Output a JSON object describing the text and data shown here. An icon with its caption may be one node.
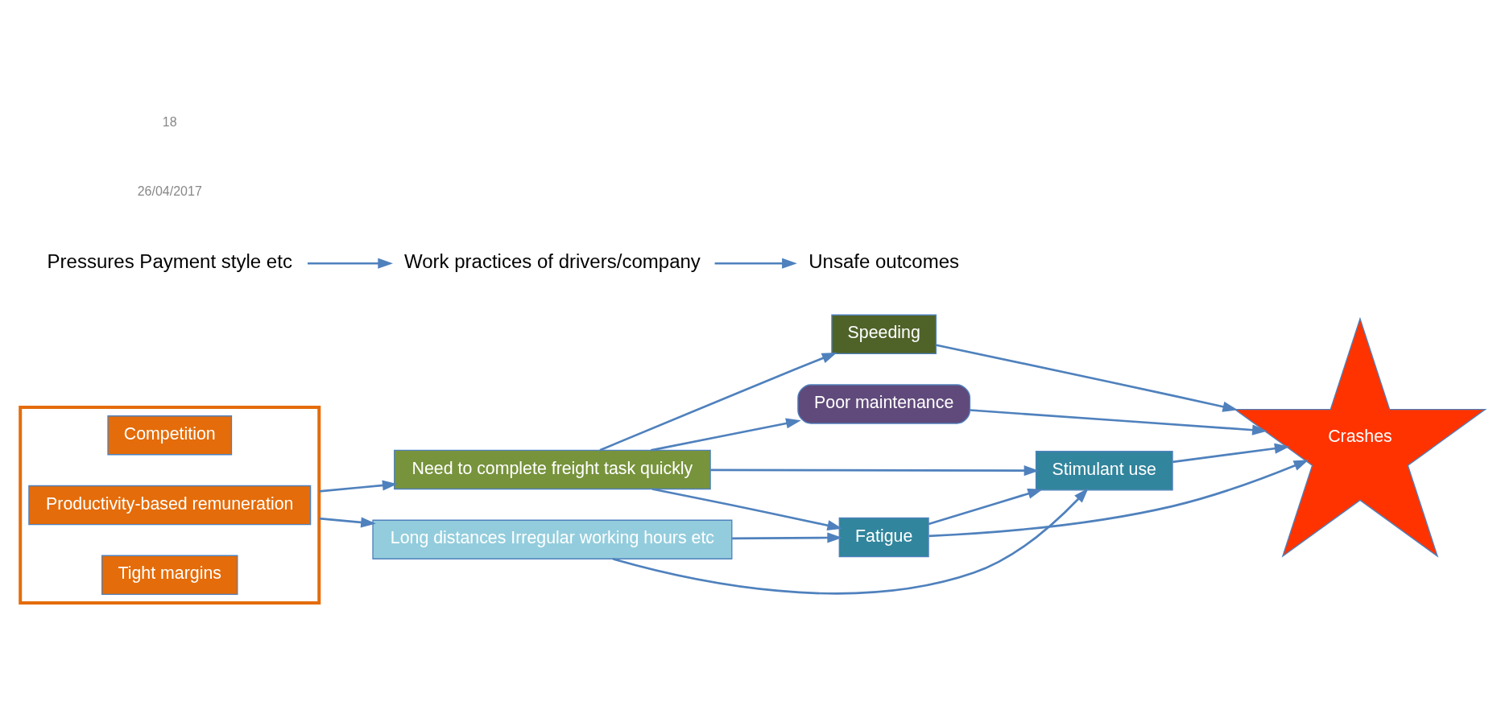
{
  "diagram": {
    "nodes": [
      {
        "text": [],
        "shape": "box"
      },
      {
        "text": [
          "Competition"
        ],
        "in": 0
      },
      {
        "text": [
          "Productivity-based remuneration"
        ],
        "in": 0
      },
      {
        "text": [
          "Tight margins"
        ],
        "in": 0
      },
      {
        "text": [
          "Need to complete freight task quickly"
        ]
      },
      {
        "text": [
          "Long distances Irregular working hours etc"
        ]
      },
      {
        "text": [
          "Poor maintenance"
        ]
      },
      {
        "text": [
          "Speeding"
        ]
      },
      {
        "text": [
          "Fatigue"
        ]
      },
      {
        "text": [
          "Stimulant use"
        ]
      },
      {
        "text": [
          "Crashes"
        ]
      },
      {
        "text": [
          "Pressures Payment style etc"
        ]
      },
      {
        "text": [
          "Work practices of drivers/company"
        ]
      },
      {
        "text": [
          "Unsafe outcomes"
        ]
      }
    ],
    "edges": [
      {
        "from": 0,
        "to": 4,
        "arrow": "to"
      },
      {
        "from": 0,
        "to": 5,
        "arrow": "to"
      },
      {
        "from": 4,
        "to": 6,
        "arrow": "to"
      },
      {
        "from": 4,
        "to": 7,
        "arrow": "to"
      },
      {
        "from": 4,
        "to": 8,
        "arrow": "to"
      },
      {
        "from": 4,
        "to": 9,
        "arrow": "to"
      },
      {
        "from": 5,
        "to": 8,
        "arrow": "to"
      },
      {
        "from": 5,
        "to": 9,
        "arrow": "to"
      },
      {
        "from": 8,
        "to": 9,
        "arrow": "to"
      },
      {
        "from": 6,
        "to": 10,
        "arrow": "to"
      },
      {
        "from": 7,
        "to": 10,
        "arrow": "to"
      },
      {
        "from": 8,
        "to": 10,
        "arrow": "to"
      },
      {
        "from": 9,
        "to": 10,
        "arrow": "to"
      },
      {
        "from": 11,
        "to": 12,
        "arrow": "to"
      },
      {
        "from": 12,
        "to": 13,
        "arrow": "to"
      }
    ],
    "labels": [
      "26/04/2017",
      "18"
    ]
  }
}
